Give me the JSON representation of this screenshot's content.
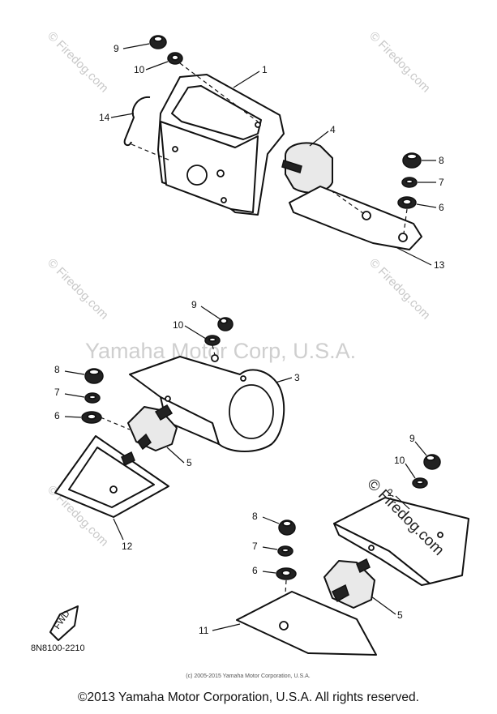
{
  "watermarks": {
    "site_text": "© Firedog.com",
    "center_text": "Yamaha Motor Corp, U.S.A.",
    "overlay_text": "© Firedog.com"
  },
  "callouts": {
    "top": [
      "9",
      "10",
      "1",
      "14",
      "4",
      "8",
      "7",
      "6",
      "13"
    ],
    "middle": [
      "9",
      "10",
      "3",
      "8",
      "7",
      "6",
      "5",
      "12"
    ],
    "bottom": [
      "9",
      "10",
      "2",
      "8",
      "7",
      "6",
      "5",
      "11"
    ]
  },
  "fwd_label": "FWD",
  "diagram_code": "8N8100-2210",
  "small_copyright": "(c) 2005-2015 Yamaha Motor Corporation, U.S.A.",
  "footer_copyright": "©2013 Yamaha Motor Corporation, U.S.A. All rights reserved."
}
